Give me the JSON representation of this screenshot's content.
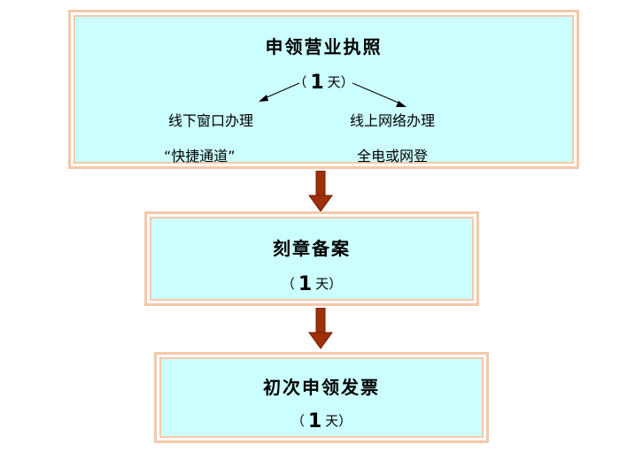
{
  "step1": {
    "title": "申领营业执照",
    "days_open": "（",
    "days_num": "1",
    "days_unit": "天）",
    "left_option": "线下窗口办理",
    "left_note": "“快捷通道”",
    "right_option": "线上网络办理",
    "right_note": "全电或网登"
  },
  "step2": {
    "title": "刻章备案",
    "days_open": "（",
    "days_num": "1",
    "days_unit": "天）"
  },
  "step3": {
    "title": "初次申领发票",
    "days_open": "（",
    "days_num": "1",
    "days_unit": "天）"
  },
  "colors": {
    "box_fill": "#ccffff",
    "box_border": "#f4c9a8",
    "flow_arrow": "#a0300a"
  }
}
